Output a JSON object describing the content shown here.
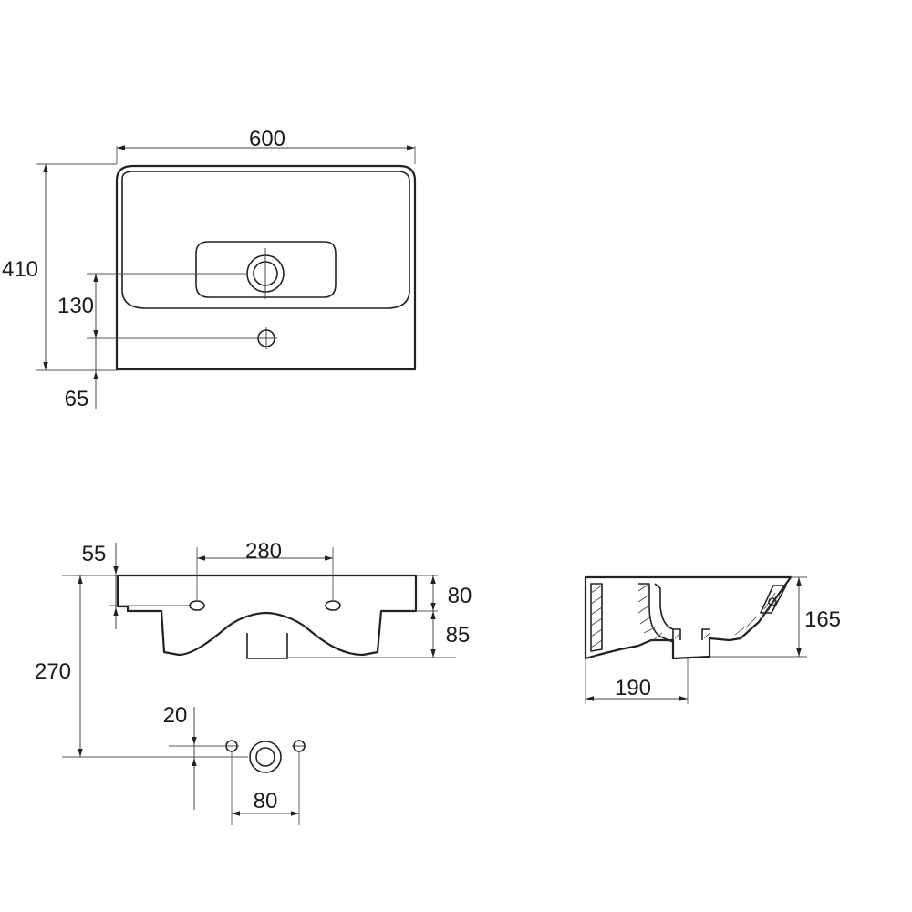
{
  "dimensions": {
    "top_view": {
      "width": "600",
      "depth": "410",
      "tap_hole_offset": "130",
      "tap_hole_from_back": "65"
    },
    "front_view": {
      "rim_offset": "55",
      "mounting_spacing": "280",
      "rim_height": "80",
      "bowl_drop": "85",
      "drain_height": "270"
    },
    "wall_view": {
      "fixing_offset": "20",
      "fixing_spacing": "80"
    },
    "side_view": {
      "height": "165",
      "projection": "190"
    }
  }
}
